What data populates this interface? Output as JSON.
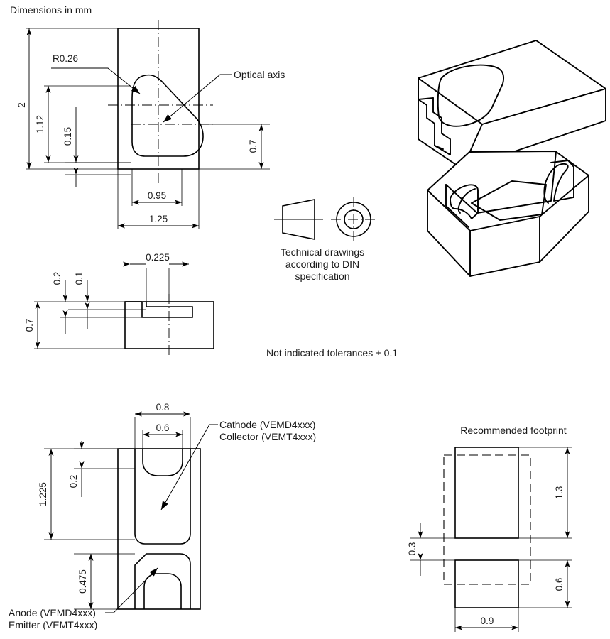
{
  "sheet": {
    "header_note": "Dimensions in mm",
    "tolerance_note": "Not indicated tolerances ± 0.1",
    "din_note_line1": "Technical drawings",
    "din_note_line2": "according to DIN",
    "din_note_line3": "specification",
    "footprint_title": "Recommended footprint"
  },
  "top_view": {
    "name": "top-view",
    "labels": {
      "radius": "R0.26",
      "optical_axis": "Optical axis"
    },
    "dimensions": {
      "overall_height": "2",
      "lens_top_offset": "1.12",
      "lens_small_offset": "0.15",
      "lens_width": "0.95",
      "overall_width": "1.25",
      "axis_height": "0.7"
    }
  },
  "side_view": {
    "name": "side-view",
    "dimensions": {
      "notch_depth": "0.2",
      "notch_inner": "0.1",
      "overall_height": "0.7",
      "notch_offset": "0.225"
    }
  },
  "bottom_view": {
    "name": "bottom-view",
    "dimensions": {
      "pad_width": "0.8",
      "pad_inner_width": "0.6",
      "body_height": "1.225",
      "top_pad_offset": "0.2",
      "bottom_pad": "0.475"
    },
    "callouts": {
      "cathode_line1": "Cathode (VEMD4xxx)",
      "cathode_line2": "Collector (VEMT4xxx)",
      "anode_line1": "Anode (VEMD4xxx)",
      "anode_line2": "Emitter (VEMT4xxx)"
    }
  },
  "footprint": {
    "name": "recommended-footprint",
    "dimensions": {
      "top_pad_height": "1.3",
      "gap": "0.3",
      "bottom_pad_height": "0.6",
      "pad_width": "0.9"
    }
  },
  "iso_views": {
    "top_perspective": "package-top-isometric",
    "bottom_perspective": "package-bottom-isometric"
  },
  "colors": {
    "ink": "#1a1a1a",
    "line": "#000000",
    "background": "#ffffff"
  }
}
